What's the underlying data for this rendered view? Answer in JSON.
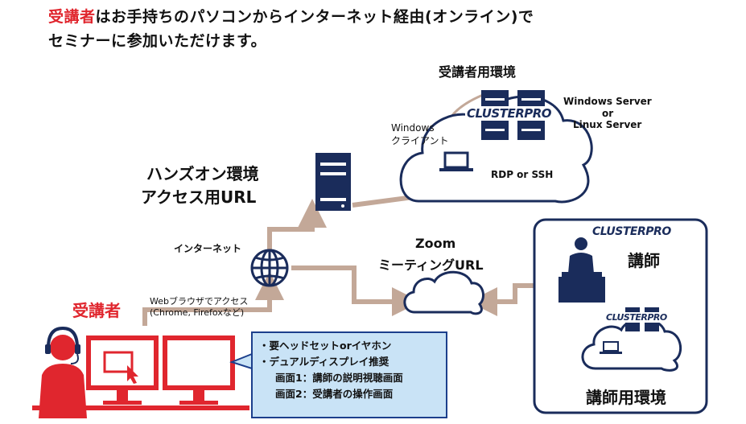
{
  "headline": {
    "highlight": "受講者",
    "line1_rest": "はお手持ちのパソコンからインターネット経由(オンライン)で",
    "line2": "セミナーに参加いただけます。"
  },
  "student_env": {
    "title": "受講者用環境",
    "logo": "CLUSTERPRO",
    "server_os_1": "Windows Server",
    "server_os_or": "or",
    "server_os_2": "Linux Server",
    "client_1": "Windows",
    "client_2": "クライアント",
    "protocol": "RDP or SSH"
  },
  "handson": {
    "line1": "ハンズオン環境",
    "line2": "アクセス用URL"
  },
  "internet": {
    "label": "インターネット"
  },
  "zoom": {
    "line1": "Zoom",
    "line2": "ミーティングURL"
  },
  "instructor": {
    "logo": "CLUSTERPRO",
    "title": "講師",
    "env_logo": "CLUSTERPRO",
    "env_title": "講師用環境"
  },
  "student": {
    "title": "受講者",
    "browser_1": "Webブラウザでアクセス",
    "browser_2": "(Chrome, Firefoxなど)"
  },
  "notes": {
    "item1": "・要ヘッドセットorイヤホン",
    "item2": "・デュアルディスプレイ推奨",
    "item3": "画面1：講師の説明視聴画面",
    "item4": "画面2：受講者の操作画面"
  },
  "colors": {
    "accent_red": "#e0262e",
    "navy": "#1a2c5b",
    "arrow": "#c3a898",
    "note_bg": "#c9e3f6"
  }
}
